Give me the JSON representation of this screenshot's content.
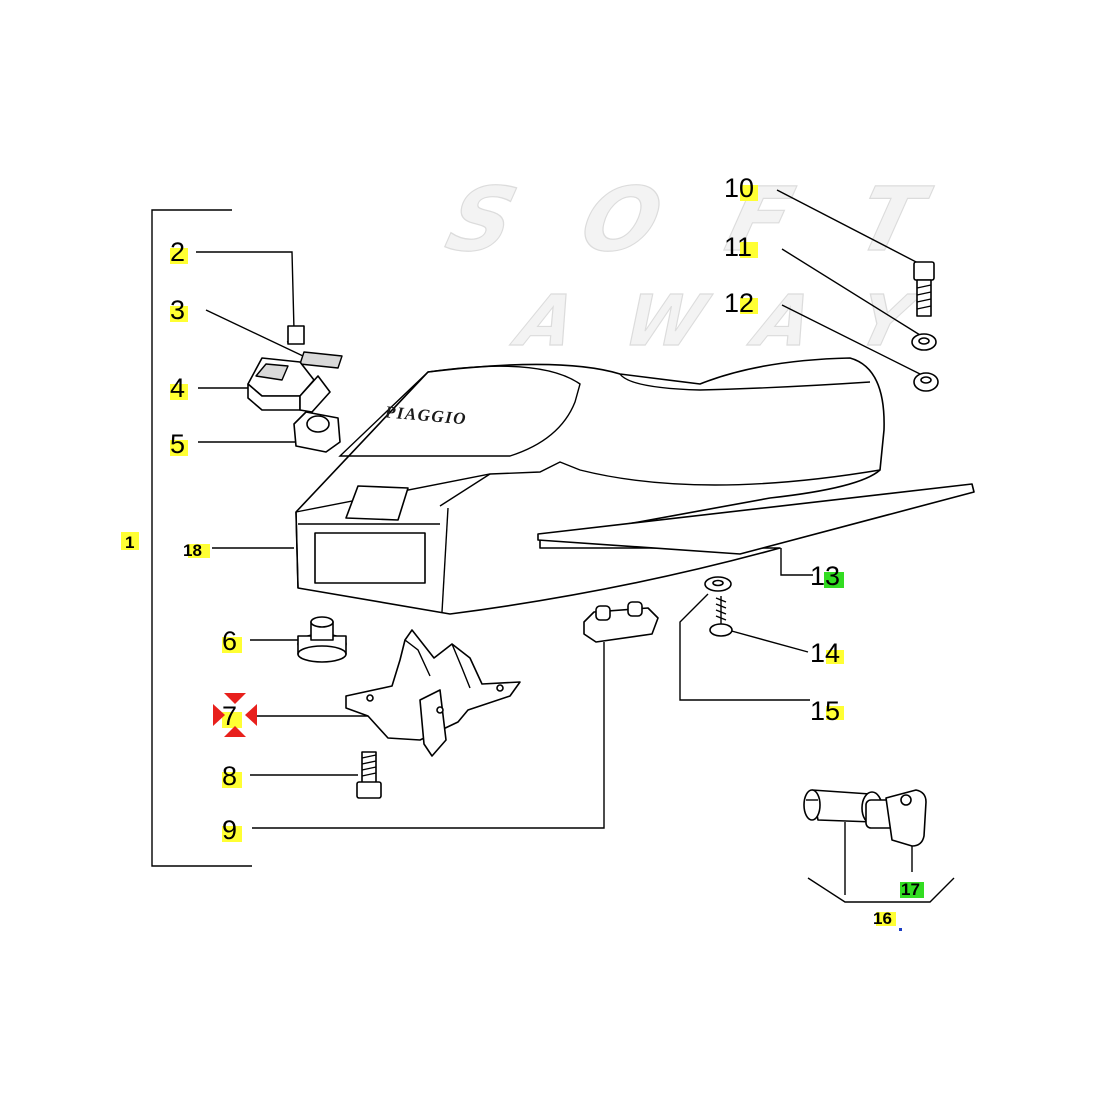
{
  "watermark": {
    "line1": "SOFT",
    "line2": "AWAY"
  },
  "brand_logo": "PIAGGIO",
  "callouts": {
    "c1": "1",
    "c2": "2",
    "c3": "3",
    "c4": "4",
    "c5": "5",
    "c6": "6",
    "c7": "7",
    "c8": "8",
    "c9": "9",
    "c10": "10",
    "c11": "11",
    "c12": "12",
    "c13": "13",
    "c14": "14",
    "c15": "15",
    "c16": "16",
    "c17": "17",
    "c18": "18"
  },
  "colors": {
    "highlight_yellow": "#ffff33",
    "highlight_green": "#33dd22",
    "marker_red": "#e8201c"
  },
  "icons": {
    "selection_marker": "selection-cross-icon"
  }
}
